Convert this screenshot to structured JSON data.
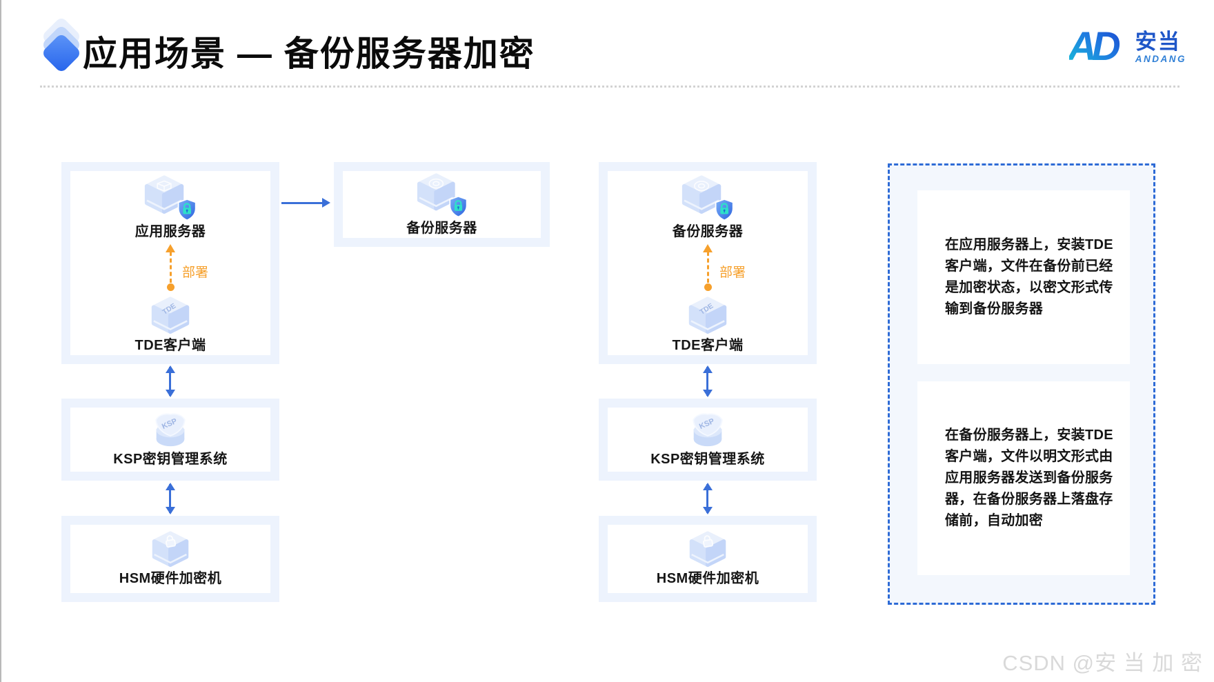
{
  "page": {
    "title": "应用场景 — 备份服务器加密",
    "watermark": "CSDN @安 当 加 密"
  },
  "logo": {
    "monogram": "AD",
    "name_cn": "安当",
    "name_en": "ANDANG"
  },
  "diagram": {
    "deploy_label": "部署",
    "labels": {
      "app_server": "应用服务器",
      "backup_server": "备份服务器",
      "tde_client": "TDE客户端",
      "ksp": "KSP密钥管理系统",
      "hsm": "HSM硬件加密机"
    },
    "icon_texts": {
      "tde": "TDE",
      "ksp": "KSP"
    },
    "notes": [
      "在应用服务器上，安装TDE客户端，文件在备份前已经是加密状态，以密文形式传输到备份服务器",
      "在备份服务器上，安装TDE客户端，文件以明文形式由应用服务器发送到备份服务器，在备份服务器上落盘存储前，自动加密"
    ],
    "colors": {
      "arrow_blue": "#3a6fd8",
      "deploy_orange": "#f6a02c",
      "panel_border_blue": "#2e6bd6",
      "group_box_bg": "#edf3fd",
      "title_accent_blue": "#2563eb"
    }
  }
}
